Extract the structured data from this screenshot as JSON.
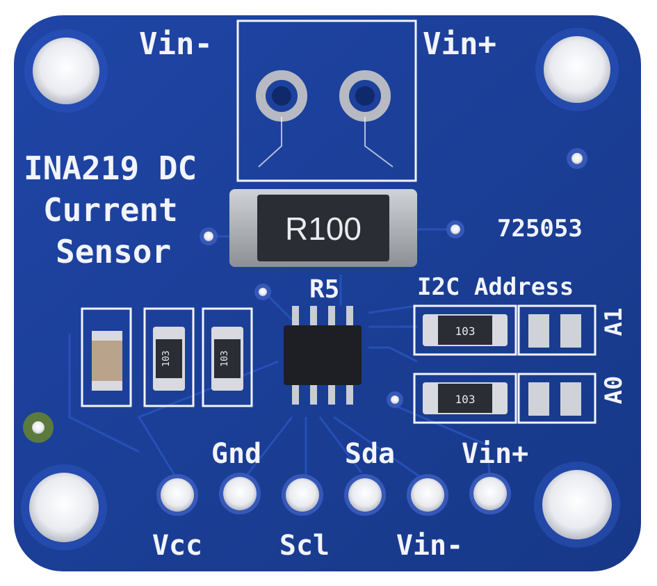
{
  "board": {
    "title_line1": "INA219 DC",
    "title_line2": "Current",
    "title_line3": "Sensor",
    "part_number": "725053",
    "shunt_marking": "R100",
    "shunt_ref": "R5",
    "i2c_label": "I2C Address",
    "jumper_a1": "A1",
    "jumper_a0": "A0",
    "resistor_marking": "103"
  },
  "terminal_block": {
    "left_label": "Vin-",
    "right_label": "Vin+"
  },
  "header_pins": {
    "top_labels": [
      "Gnd",
      "Sda",
      "Vin+"
    ],
    "bottom_labels": [
      "Vcc",
      "Scl",
      "Vin-"
    ]
  },
  "colors": {
    "pcb": "#1c3f9a",
    "silkscreen": "#f2f4fa",
    "copper_pad": "#e8eaef"
  }
}
